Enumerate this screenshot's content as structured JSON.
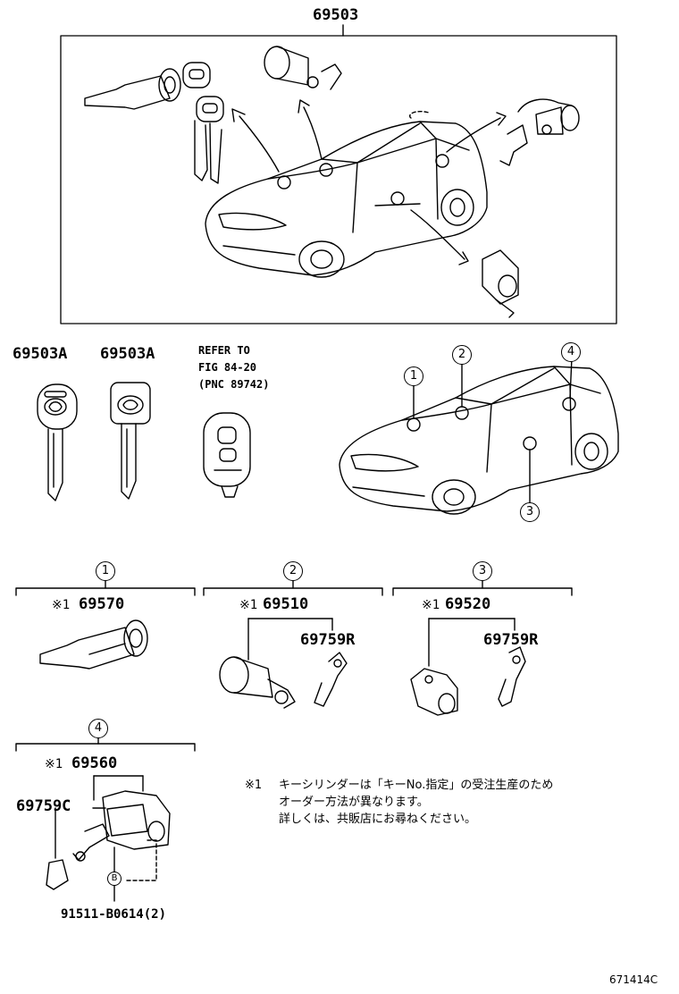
{
  "top_group": {
    "part_no": "69503"
  },
  "keys": {
    "left_label": "69503A",
    "right_label": "69503A"
  },
  "refer": {
    "line1": "REFER TO",
    "line2": "FIG 84-20",
    "line3": "(PNC 89742)"
  },
  "markers": {
    "m1": "1",
    "m2": "2",
    "m3": "3",
    "m4": "4",
    "b": "B"
  },
  "sections": {
    "s1": {
      "number": "1",
      "mark": "※1",
      "part": "69570"
    },
    "s2": {
      "number": "2",
      "mark": "※1",
      "part": "69510",
      "sub": "69759R"
    },
    "s3": {
      "number": "3",
      "mark": "※1",
      "part": "69520",
      "sub": "69759R"
    },
    "s4": {
      "number": "4",
      "mark": "※1",
      "part": "69560",
      "sub": "69759C",
      "bolt": "91511-B0614(2)"
    }
  },
  "footnote": {
    "mark": "※1",
    "line1": "キーシリンダーは「キーNo.指定」の受注生産のため",
    "line2": "オーダー方法が異なります。",
    "line3": "詳しくは、共販店にお尋ねください。"
  },
  "figure_code": "671414C"
}
